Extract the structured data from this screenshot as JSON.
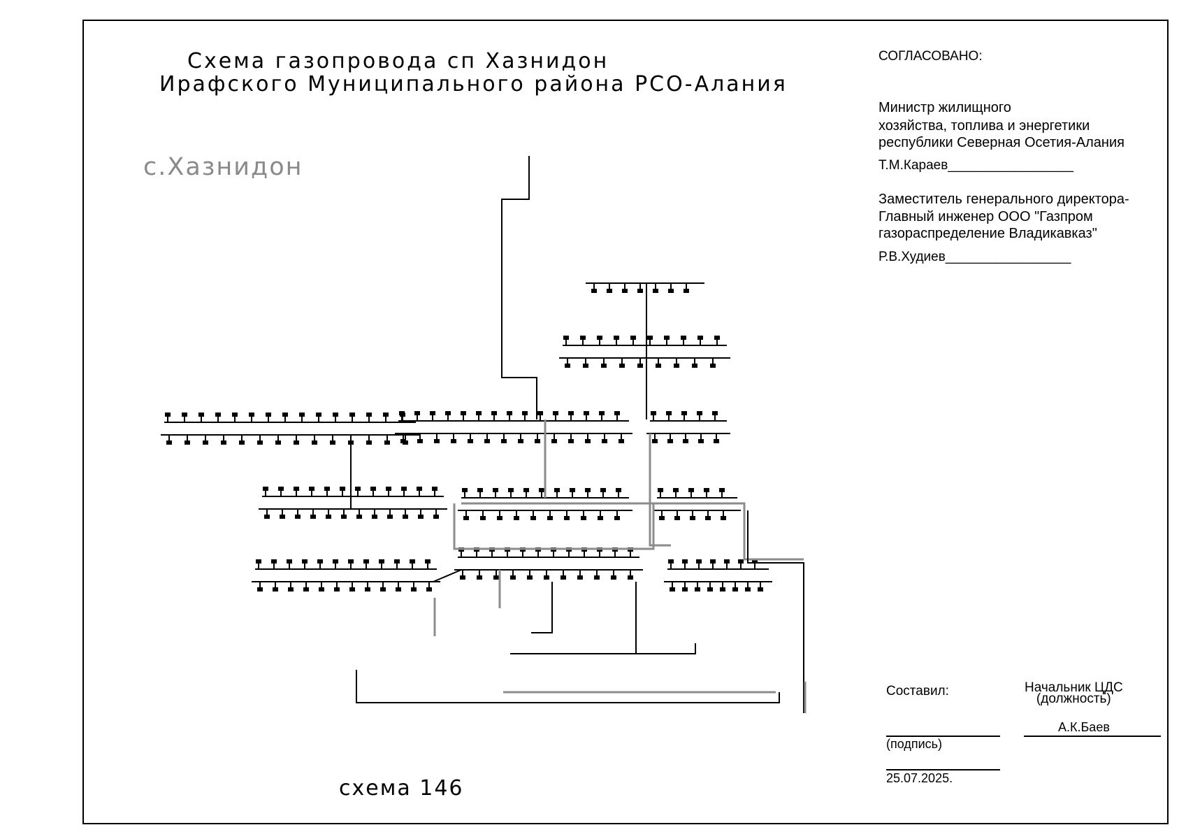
{
  "title": {
    "line1": "Схема газопровода сп Хазнидон",
    "line2": "Ирафского  Муниципального района РСО-Алания"
  },
  "village": "с.Хазнидон",
  "scheme_number": "схема 146",
  "approval": {
    "heading": "СОГЛАСОВАНО:",
    "minister_line1": "Министр жилищного",
    "minister_line2": "хозяйства, топлива и энергетики",
    "minister_line3": "республики Северная Осетия-Алания",
    "minister_sign": "Т.М.Караев_________________",
    "deputy_line1": "Заместитель генерального директора-",
    "deputy_line2": "Главный инженер  ООО \"Газпром",
    "deputy_line3": "газораспределение Владикавказ\"",
    "deputy_sign": "Р.В.Худиев_________________"
  },
  "signoff": {
    "compiled_label": "Составил:",
    "role_line1": "Начальник ЦДС",
    "role_line2": "(должность)",
    "name": "А.К.Баев",
    "signature_label": "(подпись)",
    "date": "25.07.2025."
  },
  "colors": {
    "pipe": "#000000",
    "pipe_secondary": "#8c8c8c",
    "village_label": "#8a8a8a"
  }
}
